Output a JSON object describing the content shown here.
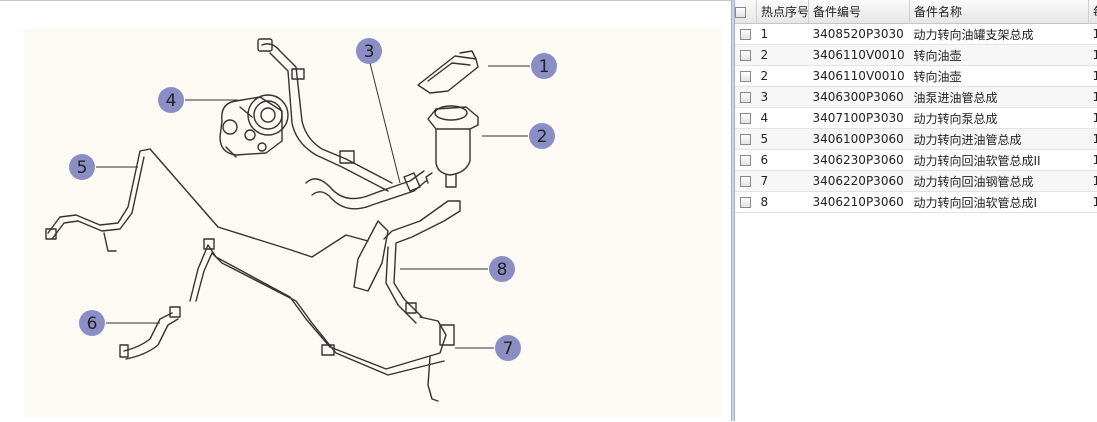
{
  "diagram": {
    "callouts": [
      "1",
      "2",
      "3",
      "4",
      "5",
      "6",
      "7",
      "8"
    ],
    "colors": {
      "callout_fill": "#8a8ec4",
      "background": "#fdfaf3",
      "line": "#333333"
    }
  },
  "grid": {
    "columns": {
      "select": "",
      "hotspot": "热点序号",
      "code": "备件编号",
      "name": "备件名称",
      "qty": "每"
    },
    "rows": [
      {
        "hotspot": "1",
        "code": "3408520P3030",
        "name": "动力转向油罐支架总成",
        "qty": "1"
      },
      {
        "hotspot": "2",
        "code": "3406110V0010",
        "name": "转向油壶",
        "qty": "1"
      },
      {
        "hotspot": "2",
        "code": "3406110V0010",
        "name": "转向油壶",
        "qty": "1"
      },
      {
        "hotspot": "3",
        "code": "3406300P3060",
        "name": "油泵进油管总成",
        "qty": "1"
      },
      {
        "hotspot": "4",
        "code": "3407100P3030",
        "name": "动力转向泵总成",
        "qty": "1"
      },
      {
        "hotspot": "5",
        "code": "3406100P3060",
        "name": "动力转向进油管总成",
        "qty": "1"
      },
      {
        "hotspot": "6",
        "code": "3406230P3060",
        "name": "动力转向回油软管总成II",
        "qty": "1"
      },
      {
        "hotspot": "7",
        "code": "3406220P3060",
        "name": "动力转向回油钢管总成",
        "qty": "1"
      },
      {
        "hotspot": "8",
        "code": "3406210P3060",
        "name": "动力转向回油软管总成I",
        "qty": "1"
      }
    ]
  }
}
